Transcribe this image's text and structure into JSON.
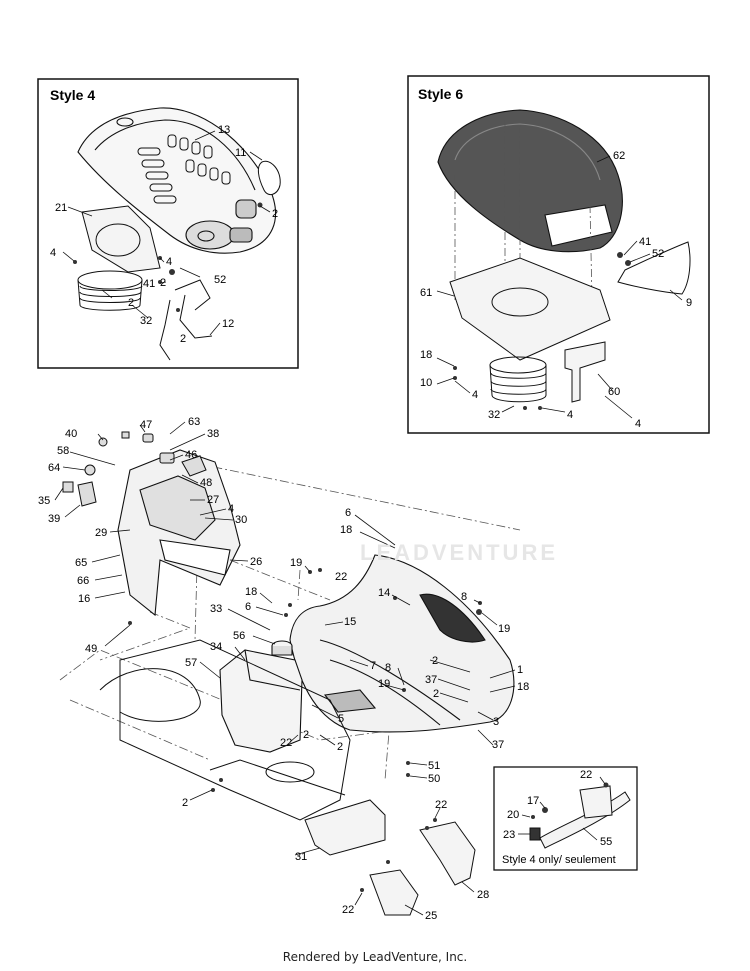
{
  "panels": {
    "style4": {
      "title": "Style 4"
    },
    "style6": {
      "title": "Style 6"
    },
    "inset": {
      "caption": "Style 4 only/ seulement"
    }
  },
  "watermark": {
    "text": "LEADVENTURE"
  },
  "footer": {
    "text": "Rendered by LeadVenture, Inc."
  },
  "callouts": [
    {
      "n": "13"
    },
    {
      "n": "11"
    },
    {
      "n": "21"
    },
    {
      "n": "2"
    },
    {
      "n": "4"
    },
    {
      "n": "2"
    },
    {
      "n": "4"
    },
    {
      "n": "41"
    },
    {
      "n": "52"
    },
    {
      "n": "2"
    },
    {
      "n": "32"
    },
    {
      "n": "2"
    },
    {
      "n": "12"
    },
    {
      "n": "62"
    },
    {
      "n": "41"
    },
    {
      "n": "52"
    },
    {
      "n": "61"
    },
    {
      "n": "9"
    },
    {
      "n": "18"
    },
    {
      "n": "10"
    },
    {
      "n": "4"
    },
    {
      "n": "60"
    },
    {
      "n": "32"
    },
    {
      "n": "4"
    },
    {
      "n": "4"
    },
    {
      "n": "40"
    },
    {
      "n": "47"
    },
    {
      "n": "63"
    },
    {
      "n": "38"
    },
    {
      "n": "58"
    },
    {
      "n": "46"
    },
    {
      "n": "64"
    },
    {
      "n": "48"
    },
    {
      "n": "35"
    },
    {
      "n": "39"
    },
    {
      "n": "27"
    },
    {
      "n": "4"
    },
    {
      "n": "29"
    },
    {
      "n": "30"
    },
    {
      "n": "65"
    },
    {
      "n": "26"
    },
    {
      "n": "66"
    },
    {
      "n": "19"
    },
    {
      "n": "22"
    },
    {
      "n": "16"
    },
    {
      "n": "6"
    },
    {
      "n": "18"
    },
    {
      "n": "14"
    },
    {
      "n": "8"
    },
    {
      "n": "19"
    },
    {
      "n": "18"
    },
    {
      "n": "6"
    },
    {
      "n": "33"
    },
    {
      "n": "15"
    },
    {
      "n": "56"
    },
    {
      "n": "49"
    },
    {
      "n": "34"
    },
    {
      "n": "57"
    },
    {
      "n": "7"
    },
    {
      "n": "8"
    },
    {
      "n": "19"
    },
    {
      "n": "2"
    },
    {
      "n": "1"
    },
    {
      "n": "37"
    },
    {
      "n": "18"
    },
    {
      "n": "2"
    },
    {
      "n": "3"
    },
    {
      "n": "5"
    },
    {
      "n": "2"
    },
    {
      "n": "22"
    },
    {
      "n": "2"
    },
    {
      "n": "37"
    },
    {
      "n": "51"
    },
    {
      "n": "50"
    },
    {
      "n": "2"
    },
    {
      "n": "22"
    },
    {
      "n": "31"
    },
    {
      "n": "28"
    },
    {
      "n": "22"
    },
    {
      "n": "25"
    },
    {
      "n": "22"
    },
    {
      "n": "17"
    },
    {
      "n": "20"
    },
    {
      "n": "55"
    },
    {
      "n": "23"
    }
  ]
}
